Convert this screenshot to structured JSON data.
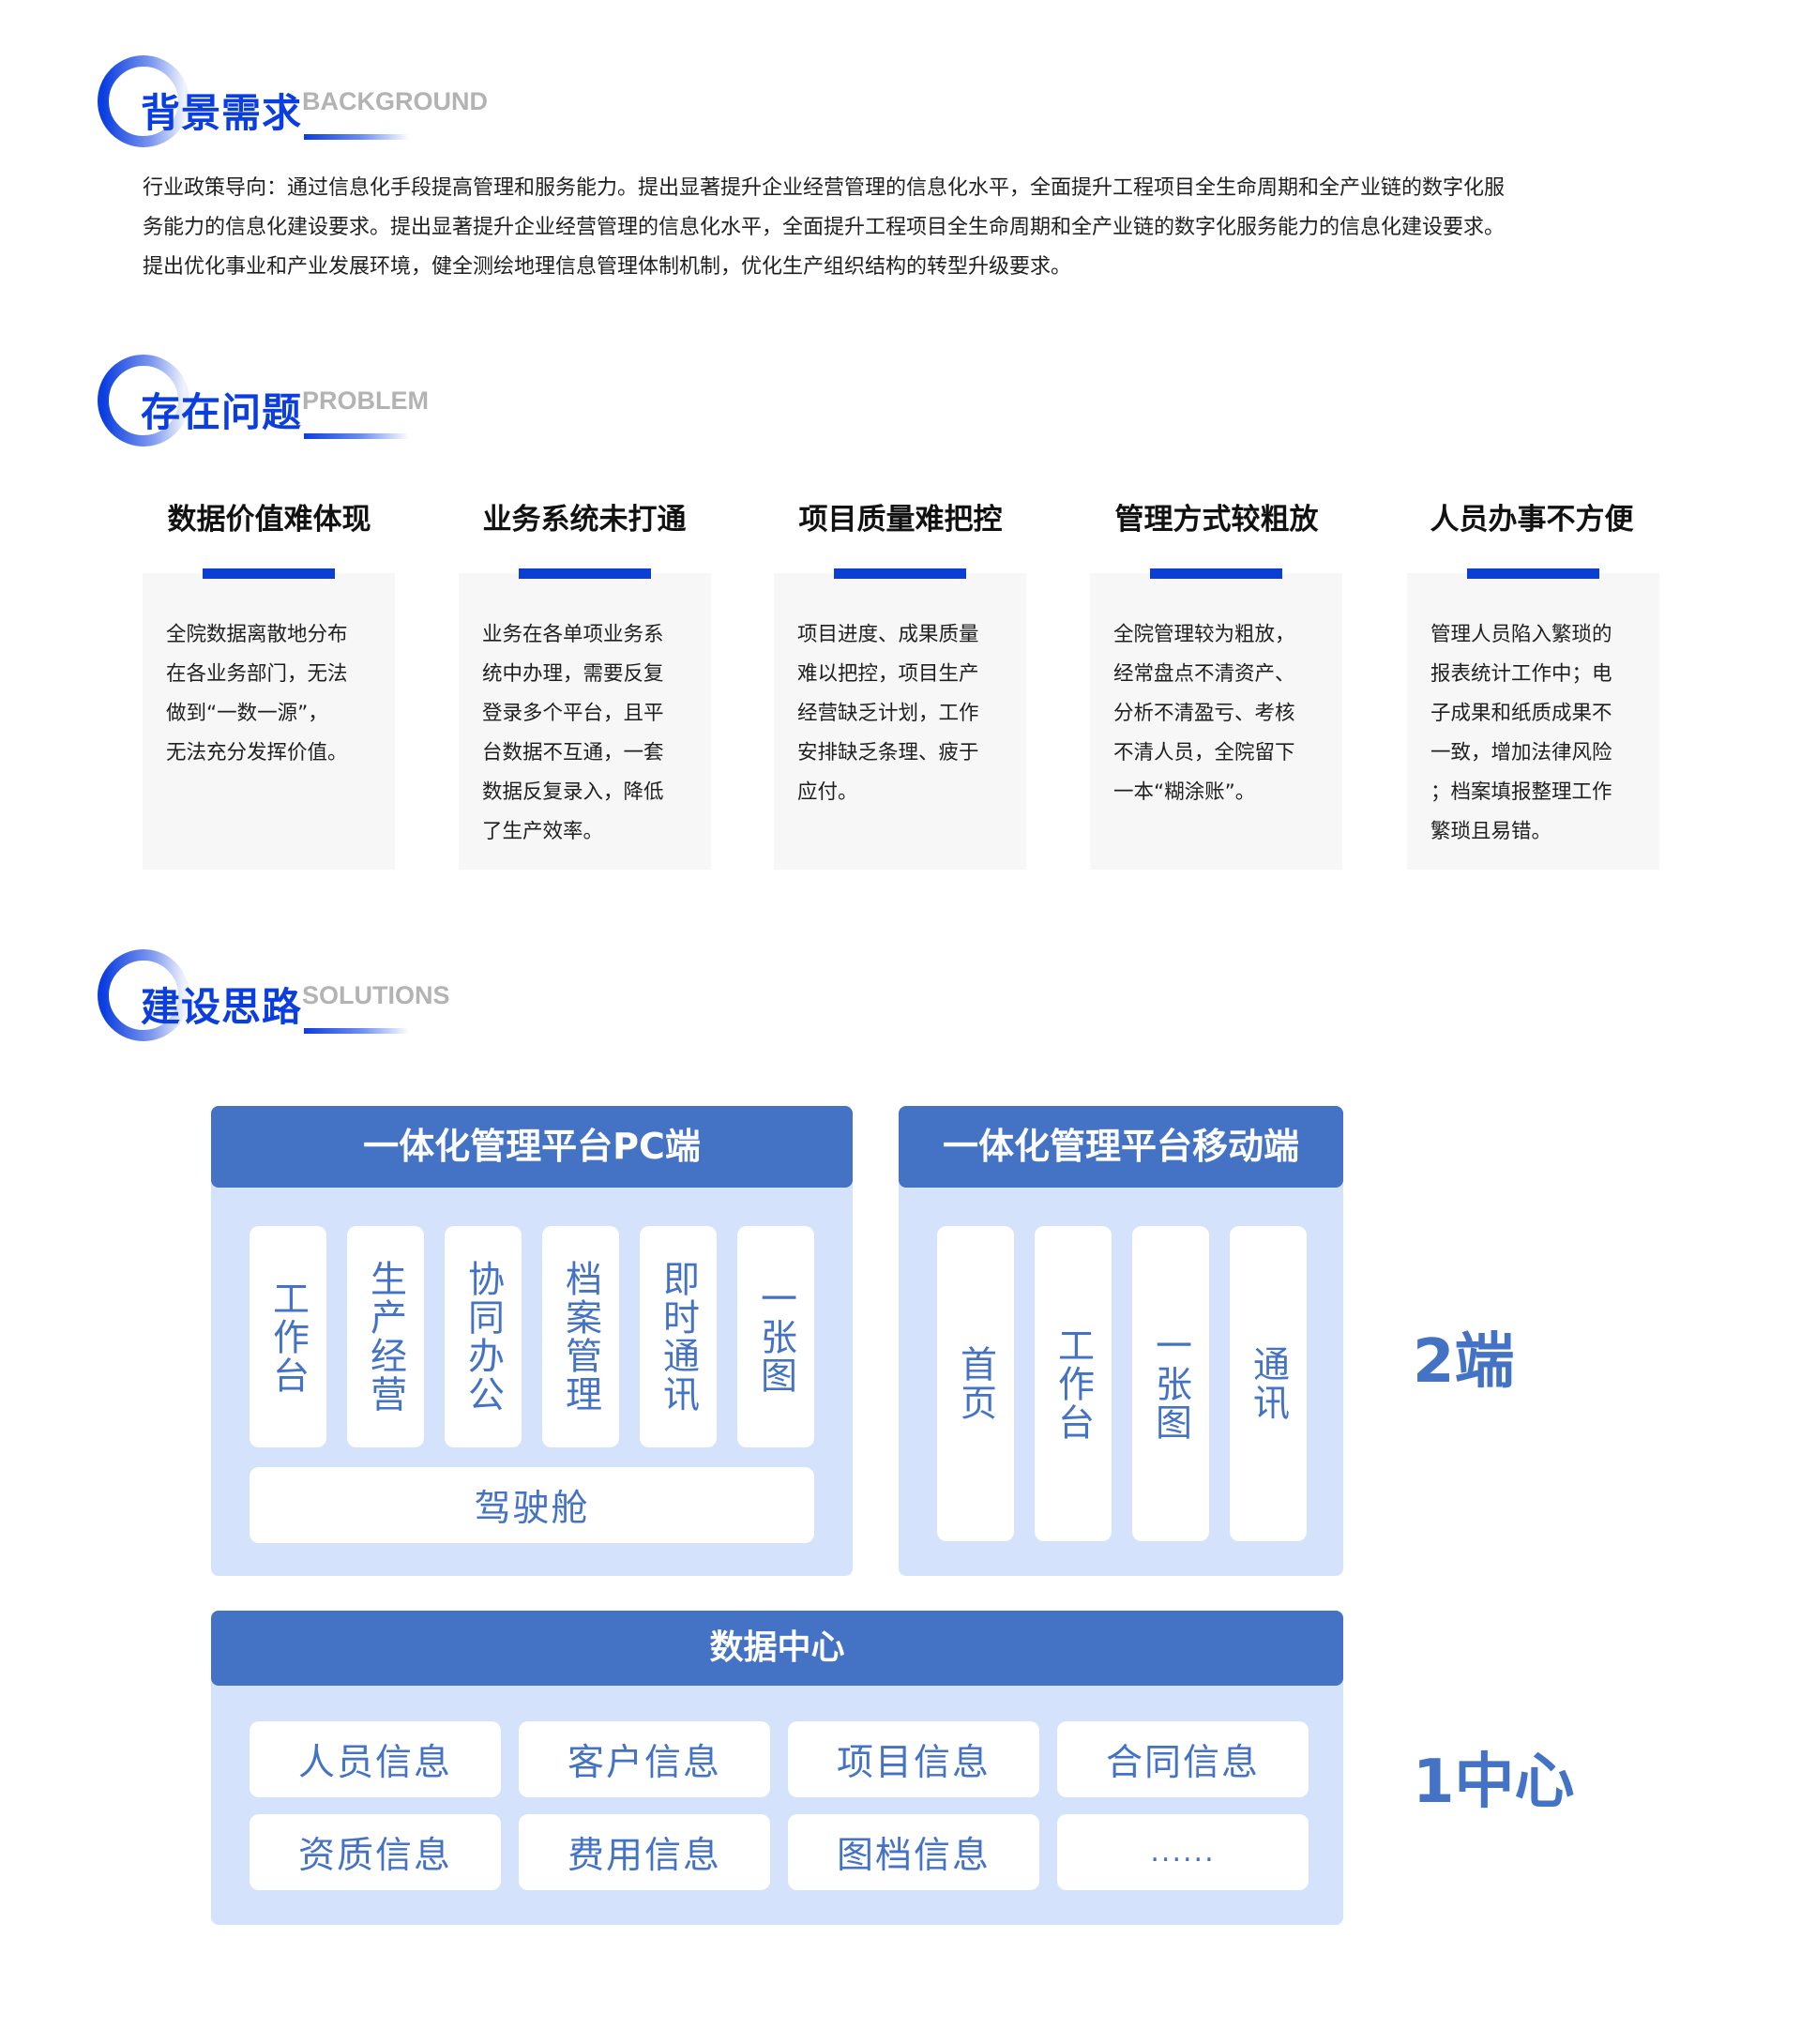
{
  "sections": {
    "background": {
      "title": "背景需求",
      "en": "BACKGROUND"
    },
    "problem": {
      "title": "存在问题",
      "en": "PROBLEM"
    },
    "solutions": {
      "title": "建设思路",
      "en": "SOLUTIONS"
    }
  },
  "background_text": {
    "lines": [
      "行业政策导向：通过信息化手段提高管理和服务能力。提出显著提升企业经营管理的信息化水平，全面提升工程项目全生命周期和全产业链的数字化服",
      "务能力的信息化建设要求。提出显著提升企业经营管理的信息化水平，全面提升工程项目全生命周期和全产业链的数字化服务能力的信息化建设要求。",
      "提出优化事业和产业发展环境，健全测绘地理信息管理体制机制，优化生产组织结构的转型升级要求。"
    ]
  },
  "problems": [
    {
      "title": "数据价值难体现",
      "lines": [
        "全院数据离散地分布",
        "在各业务部门，无法",
        "做到“一数一源”，",
        "无法充分发挥价值。"
      ]
    },
    {
      "title": "业务系统未打通",
      "lines": [
        "业务在各单项业务系",
        "统中办理，需要反复",
        "登录多个平台，且平",
        "台数据不互通，一套",
        "数据反复录入，降低",
        "了生产效率。"
      ]
    },
    {
      "title": "项目质量难把控",
      "lines": [
        "项目进度、成果质量",
        "难以把控，项目生产",
        "经营缺乏计划，工作",
        "安排缺乏条理、疲于",
        "应付。"
      ]
    },
    {
      "title": "管理方式较粗放",
      "lines": [
        "全院管理较为粗放，",
        "经常盘点不清资产、",
        "分析不清盈亏、考核",
        "不清人员，全院留下",
        "一本“糊涂账”。"
      ]
    },
    {
      "title": "人员办事不方便",
      "lines": [
        "管理人员陷入繁琐的",
        "报表统计工作中；电",
        "子成果和纸质成果不",
        "一致，增加法律风险",
        "；档案填报整理工作",
        "繁琐且易错。"
      ]
    }
  ],
  "pc_platform": {
    "title": "一体化管理平台PC端",
    "modules": [
      "工作台",
      "生产经营",
      "协同办公",
      "档案管理",
      "即时通讯",
      "一张图"
    ],
    "cockpit": "驾驶舱"
  },
  "mobile_platform": {
    "title": "一体化管理平台移动端",
    "modules": [
      "首页",
      "工作台",
      "一张图",
      "通讯"
    ]
  },
  "data_center": {
    "title": "数据中心",
    "items": [
      "人员信息",
      "客户信息",
      "项目信息",
      "合同信息",
      "资质信息",
      "费用信息",
      "图档信息",
      "......"
    ]
  },
  "labels": {
    "ends": "2端",
    "center": "1中心"
  },
  "colors": {
    "section_blue": "#0b3ee0",
    "bar_blue": "#0a3fd6",
    "block_header": "#4472c4",
    "block_bg": "#d4e3fb",
    "tile_text": "#4472c4",
    "card_bg": "#f7f7f7"
  }
}
